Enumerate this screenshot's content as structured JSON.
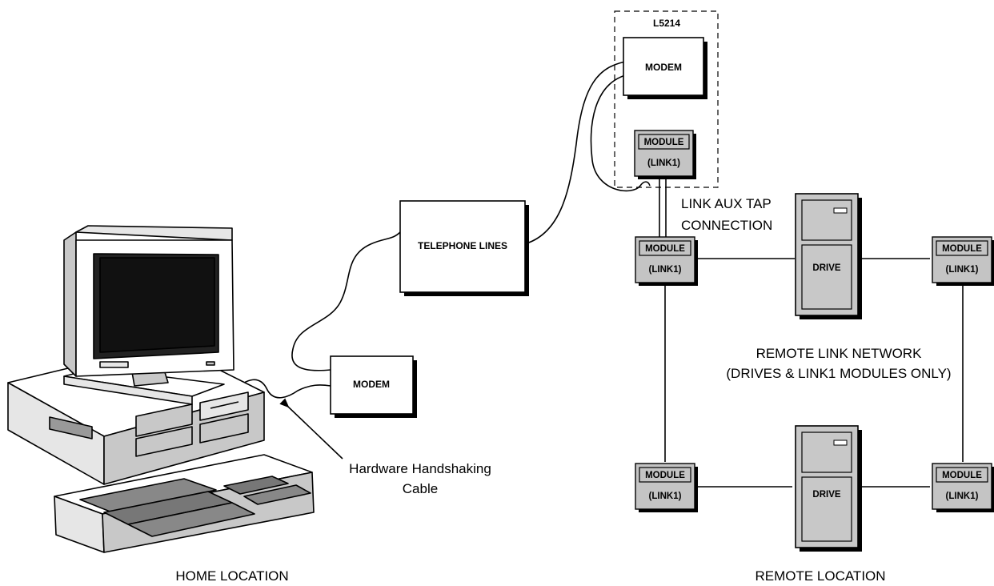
{
  "l5214": {
    "title": "L5214",
    "modem": "MODEM",
    "module_top": "MODULE",
    "module_bottom": "(LINK1)"
  },
  "home_modem": "MODEM",
  "telephone": "TELEPHONE LINES",
  "aux_tap": {
    "line1": "LINK AUX TAP",
    "line2": "CONNECTION"
  },
  "network_modules": [
    {
      "top": "MODULE",
      "bottom": "(LINK1)"
    },
    {
      "top": "MODULE",
      "bottom": "(LINK1)"
    },
    {
      "top": "MODULE",
      "bottom": "(LINK1)"
    },
    {
      "top": "MODULE",
      "bottom": "(LINK1)"
    }
  ],
  "drives": [
    "DRIVE",
    "DRIVE"
  ],
  "network": {
    "line1": "REMOTE LINK NETWORK",
    "line2": "(DRIVES & LINK1 MODULES ONLY)"
  },
  "cable": {
    "line1": "Hardware Handshaking",
    "line2": "Cable"
  },
  "locations": {
    "home": "HOME LOCATION",
    "remote": "REMOTE LOCATION"
  }
}
